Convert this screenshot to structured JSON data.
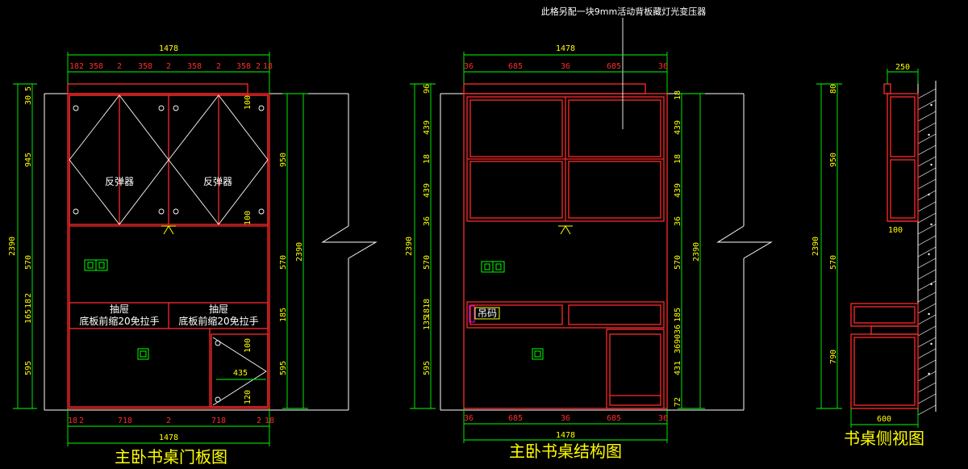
{
  "colors": {
    "background": "#000000",
    "outline": "#ffffff",
    "panel": "#ff2a2a",
    "dimension": "#00ff00",
    "label": "#ffff00",
    "outlet": "#00ff00",
    "annotation": "#ffffff"
  },
  "views": {
    "door": {
      "title": "主卧书桌门板图",
      "dims_top_total": "1478",
      "dims_top_parts": [
        "18",
        "2",
        "358",
        "2",
        "358",
        "2",
        "358",
        "2",
        "358",
        "2",
        "18"
      ],
      "dims_bottom_parts": [
        "18",
        "2",
        "718",
        "2",
        "718",
        "2",
        "18"
      ],
      "dims_bottom_total": "1478",
      "dims_left": [
        "5",
        "30",
        "945",
        "570",
        "2",
        "18",
        "165",
        "595"
      ],
      "dims_left_total": "2390",
      "dims_right": [
        "950",
        "570",
        "185",
        "595"
      ],
      "dims_right_total": "2390",
      "inner_dims": [
        "100",
        "100",
        "100",
        "435",
        "120"
      ],
      "label_left_door": "反弹器",
      "label_right_door": "反弹器",
      "drawer_left_title": "抽屉",
      "drawer_left_note": "底板前缩20免拉手",
      "drawer_right_title": "抽屉",
      "drawer_right_note": "底板前缩20免拉手"
    },
    "structure": {
      "title": "主卧书桌结构图",
      "annotation": "此格另配一块9mm活动背板藏灯光变压器",
      "dims_top_total": "1478",
      "dims_top_parts": [
        "36",
        "685",
        "36",
        "685",
        "36"
      ],
      "dims_bottom_parts": [
        "36",
        "685",
        "36",
        "685",
        "36"
      ],
      "dims_bottom_total": "1478",
      "dims_left": [
        "96",
        "439",
        "18",
        "439",
        "36",
        "570",
        "18",
        "18",
        "135",
        "595"
      ],
      "dims_left_total": "2390",
      "dims_right": [
        "18",
        "439",
        "18",
        "439",
        "36",
        "570",
        "185",
        "36",
        "90",
        "36",
        "431",
        "72"
      ],
      "dims_right_total": "2390",
      "label_hanger": "吊码"
    },
    "side": {
      "title": "书桌侧视图",
      "dims_top": "250",
      "dims_bottom": "600",
      "dims_left": [
        "80",
        "950",
        "570",
        "790"
      ],
      "dims_left_total": "2390",
      "inner_dim": "100"
    }
  }
}
